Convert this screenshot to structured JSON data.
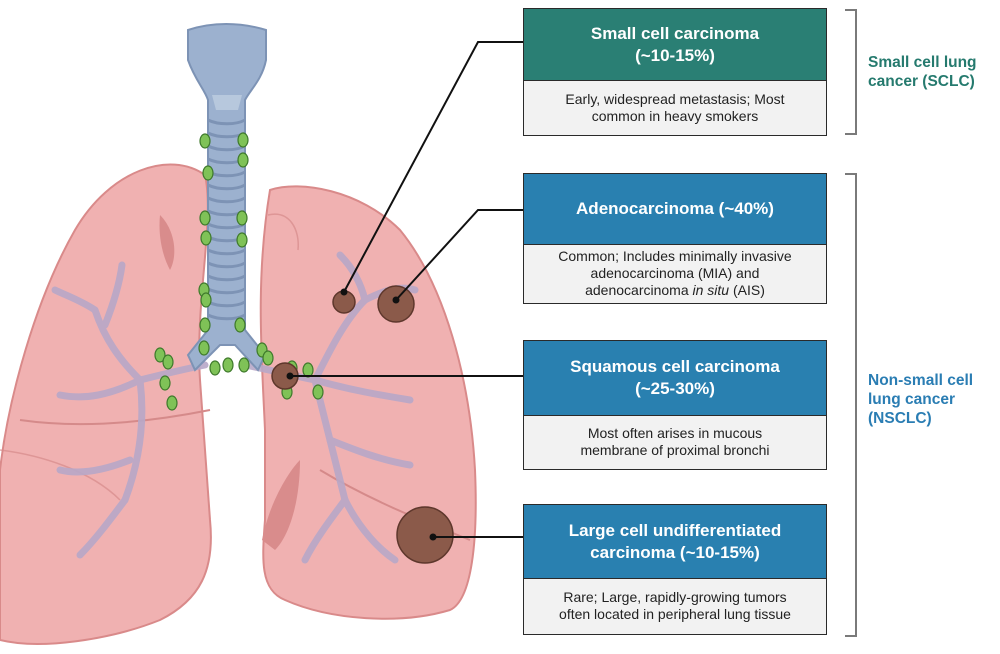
{
  "colors": {
    "sclc_header": "#2a7f74",
    "nsclc_header": "#2980b0",
    "sclc_label": "#257a6e",
    "nsclc_label": "#2a7db3",
    "lung": "#f0b3b3",
    "trachea": "#9ab0ce",
    "lymph_node": "#7fc257",
    "tumor": "#8b5a4a"
  },
  "groups": {
    "sclc": {
      "line1": "Small cell lung",
      "line2": "cancer (SCLC)"
    },
    "nsclc": {
      "line1": "Non-small cell",
      "line2": "lung cancer",
      "line3": "(NSCLC)"
    }
  },
  "cards": {
    "small_cell": {
      "title_line1": "Small cell carcinoma",
      "title_line2": "(~10-15%)",
      "desc_line1": "Early, widespread metastasis; Most",
      "desc_line2": "common in heavy smokers"
    },
    "adeno": {
      "title_line1": "Adenocarcinoma (~40%)",
      "desc_line1": "Common; Includes minimally invasive",
      "desc_line2": "adenocarcinoma (MIA) and",
      "desc_line3_prefix": "adenocarcinoma ",
      "desc_line3_italic": "in situ",
      "desc_line3_suffix": " (AIS)"
    },
    "squamous": {
      "title_line1": "Squamous cell carcinoma",
      "title_line2": "(~25-30%)",
      "desc_line1": "Most often arises in mucous",
      "desc_line2": "membrane of proximal bronchi"
    },
    "large_cell": {
      "title_line1": "Large cell undifferentiated",
      "title_line2": "carcinoma (~10-15%)",
      "desc_line1": "Rare; Large, rapidly-growing tumors",
      "desc_line2": "often located in peripheral lung tissue"
    }
  }
}
